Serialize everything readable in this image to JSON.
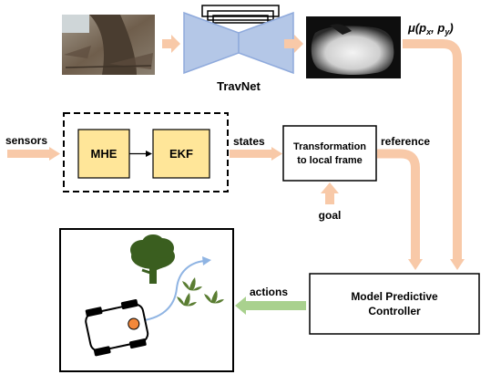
{
  "colors": {
    "flow_arrow": "#f8c9a8",
    "action_arrow": "#a9d18e",
    "travnet_fill": "#b4c7e7",
    "travnet_stroke": "#8faadc",
    "filter_fill": "#ffe699",
    "tree_color": "#3a5e1f",
    "plant_color": "#5a7d32",
    "path_color": "#8fb4e3",
    "robot_dot": "#f4883a",
    "box_stroke": "#000000"
  },
  "perception": {
    "camera_image_icon": "terrain-photo",
    "network_label": "TravNet",
    "traversability_map_icon": "traversability-map",
    "output_label": "μ(p_x, p_y)"
  },
  "estimation": {
    "input_label": "sensors",
    "mhe_label": "MHE",
    "ekf_label": "EKF",
    "output_label": "states"
  },
  "transform": {
    "line1": "Transformation",
    "line2": "to local frame",
    "goal_label": "goal",
    "output_label": "reference"
  },
  "controller": {
    "line1": "Model Predictive",
    "line2": "Controller",
    "output_label": "actions"
  },
  "scene": {
    "tree_icon": "tree",
    "plant_icon": "plant",
    "robot_icon": "robot",
    "path_icon": "planned-path"
  }
}
